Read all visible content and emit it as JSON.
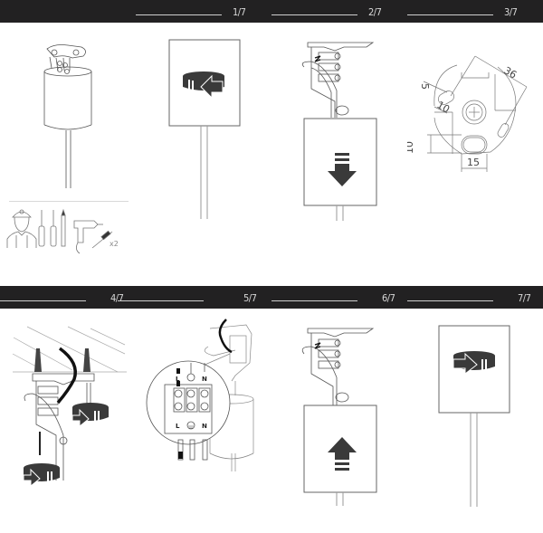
{
  "document": {
    "type": "installation-instructions",
    "total_steps": 7
  },
  "header_top": {
    "steps": [
      {
        "label": "1/7"
      },
      {
        "label": "2/7"
      },
      {
        "label": "3/7"
      }
    ]
  },
  "header_bottom": {
    "steps": [
      {
        "label": "4/7"
      },
      {
        "label": "5/7"
      },
      {
        "label": "6/7"
      },
      {
        "label": "7/7"
      }
    ]
  },
  "tools": {
    "items": [
      "installer-person",
      "flat-screwdriver",
      "phillips-screwdriver",
      "pencil",
      "drill",
      "wall-plug-screw"
    ],
    "screw_quantity": "x2"
  },
  "dimensions": {
    "d1": "36",
    "d2": "5",
    "d3": "10",
    "d4": "10",
    "d5": "15"
  },
  "terminal_labels": {
    "top_l": "L",
    "top_n": "N",
    "bottom_l": "L",
    "bottom_n": "N"
  },
  "colors": {
    "header_bar": "#222122",
    "header_text": "#d8d8d8",
    "line_art": "#555555",
    "icon_fill": "#3a3a3a"
  }
}
